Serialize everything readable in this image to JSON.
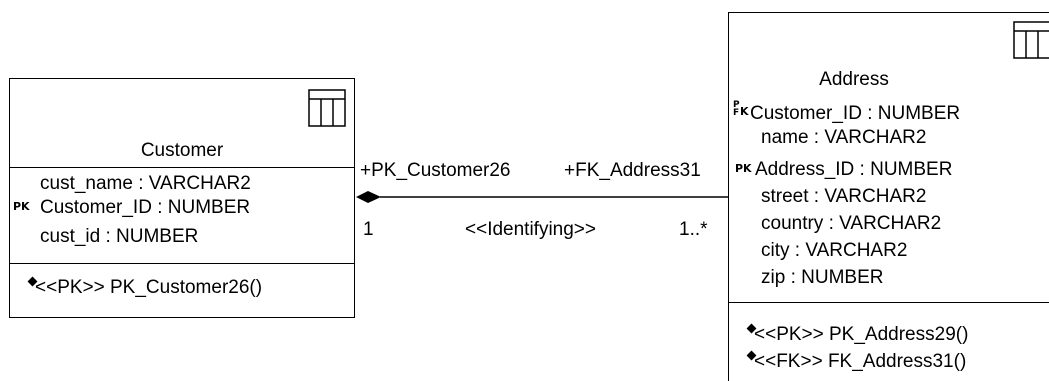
{
  "customer": {
    "name": "Customer",
    "attributes": [
      {
        "text": "cust_name : VARCHAR2",
        "key": ""
      },
      {
        "text": "Customer_ID : NUMBER",
        "key": "PK"
      },
      {
        "text": "cust_id : NUMBER",
        "key": ""
      }
    ],
    "operations": [
      {
        "text": "<<PK>> PK_Customer26()"
      }
    ]
  },
  "address": {
    "name": "Address",
    "attributes": [
      {
        "text": "Customer_ID : NUMBER",
        "key": "PF"
      },
      {
        "text": "name : VARCHAR2",
        "key": ""
      },
      {
        "text": "Address_ID : NUMBER",
        "key": "PK"
      },
      {
        "text": "street : VARCHAR2",
        "key": ""
      },
      {
        "text": "country : VARCHAR2",
        "key": ""
      },
      {
        "text": "city : VARCHAR2",
        "key": ""
      },
      {
        "text": "zip : NUMBER",
        "key": ""
      }
    ],
    "operations": [
      {
        "text": "<<PK>> PK_Address29()"
      },
      {
        "text": "<<FK>> FK_Address31()"
      }
    ]
  },
  "relationship": {
    "source_role": "+PK_Customer26",
    "target_role": "+FK_Address31",
    "stereotype": "<<Identifying>>",
    "source_multiplicity": "1",
    "target_multiplicity": "1..*"
  },
  "key_markers": {
    "pk": "PK",
    "pf_top": "P",
    "pf_bottom": "F",
    "pf_k": "K"
  }
}
